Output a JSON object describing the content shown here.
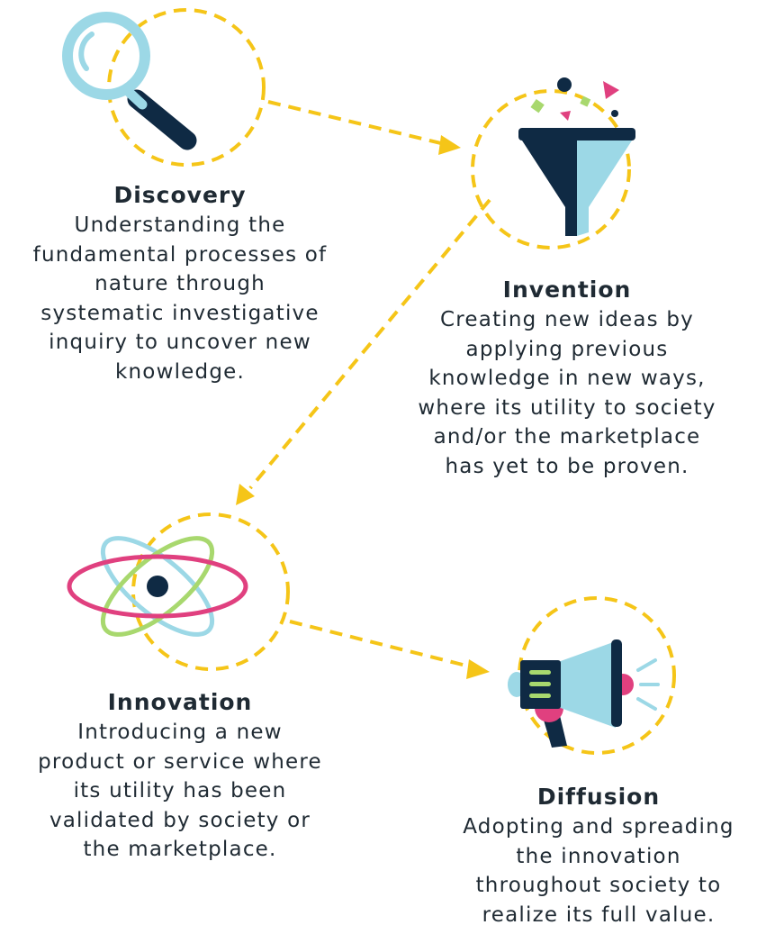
{
  "colors": {
    "dashed_path": "#f5c518",
    "navy": "#0f2a44",
    "light_blue": "#9cd8e6",
    "pink": "#e0407f",
    "green": "#a8d86e",
    "text": "#1f2a33"
  },
  "stages": [
    {
      "icon": "magnifying-glass-icon",
      "title": "Discovery",
      "lines": [
        "Understanding the",
        "fundamental processes of",
        "nature through",
        "systematic investigative",
        "inquiry to uncover new",
        "knowledge."
      ]
    },
    {
      "icon": "funnel-icon",
      "title": "Invention",
      "lines": [
        "Creating new ideas by",
        "applying previous",
        "knowledge in new ways,",
        "where its utility to society",
        "and/or the marketplace",
        "has yet to be proven."
      ]
    },
    {
      "icon": "atom-icon",
      "title": "Innovation",
      "lines": [
        "Introducing a new",
        "product or service where",
        "its utility has been",
        "validated by society or",
        "the marketplace."
      ]
    },
    {
      "icon": "megaphone-icon",
      "title": "Diffusion",
      "lines": [
        "Adopting and spreading",
        "the innovation",
        "throughout society to",
        "realize its full value."
      ]
    }
  ]
}
